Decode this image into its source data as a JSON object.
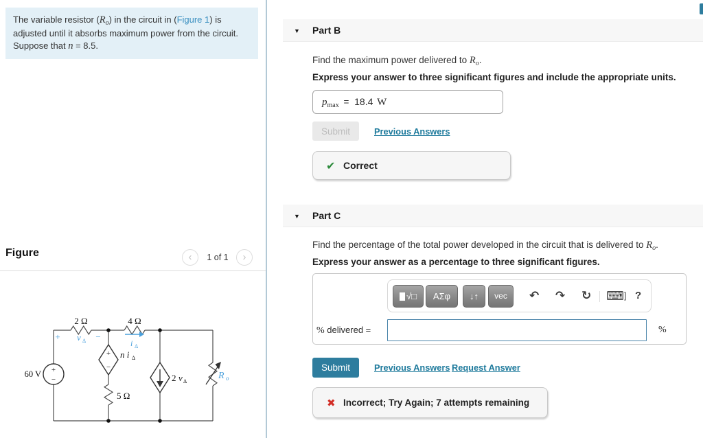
{
  "colors": {
    "teal_button": "#2e7d9e",
    "link": "#1e7a9c",
    "figure_link": "#3a8fc0",
    "correct_green": "#2e8b3d",
    "incorrect_red": "#d22d26",
    "problem_bg": "#e3f0f7",
    "header_bg": "#f7f7f7",
    "annotation_blue": "#4aa0dc",
    "input_border": "#4a84aa"
  },
  "left": {
    "problem": {
      "seg1": "The variable resistor (",
      "r": "R",
      "r_sub": "o",
      "seg2": ") in the circuit in (",
      "figure_link": "Figure 1",
      "seg3": ") is adjusted until it absorbs maximum power from the circuit. Suppose that ",
      "n": "n",
      "seg4": " = 8.5."
    },
    "figure": {
      "title": "Figure",
      "page_label": "1 of 1",
      "prev_icon": "‹",
      "next_icon": "›"
    },
    "circuit": {
      "source_label": "60 V",
      "source_plus": "+",
      "source_minus": "−",
      "r1_label": "2 Ω",
      "r2_label": "4 Ω",
      "r3_label": "5 Ω",
      "v_plus": "+",
      "v_minus": "−",
      "v_sym": "v",
      "i_sym": "i",
      "delta": "Δ",
      "dep1_label": "n i",
      "dep1_plus": "+",
      "dep1_minus": "−",
      "dep2_coeff": "2",
      "ro_sym": "R",
      "ro_sub": "o"
    }
  },
  "right": {
    "part_b": {
      "collapse_icon": "▼",
      "title": "Part B",
      "prompt": "Find the maximum power delivered to ",
      "prompt_r": "R",
      "prompt_r_sub": "o",
      "prompt_end": ".",
      "instruction": "Express your answer to three significant figures and include the appropriate units.",
      "answer_p": "p",
      "answer_p_sub": "max",
      "answer_eq": "=",
      "answer_value": "18.4",
      "answer_unit": "W",
      "submit_label": "Submit",
      "previous_answers_label": "Previous Answers",
      "feedback_icon": "✔",
      "feedback_text": "Correct"
    },
    "part_c": {
      "collapse_icon": "▼",
      "title": "Part C",
      "prompt": "Find the percentage of the total power developed in the circuit that is delivered to ",
      "prompt_r": "R",
      "prompt_r_sub": "o",
      "prompt_end": ".",
      "instruction": "Express your answer as a percentage to three significant figures.",
      "toolbar": {
        "templates_label": "√□",
        "greek_label": "ΑΣφ",
        "updown_label": "↓↑",
        "vec_label": "vec",
        "undo_icon": "↶",
        "redo_icon": "↷",
        "reset_icon": "↻",
        "keyboard_icon": "⌨",
        "keyboard_extra": "]",
        "help_icon": "?"
      },
      "answer_label_pct": "%",
      "answer_label": "delivered =",
      "input_value": "",
      "unit": "%",
      "submit_label": "Submit",
      "previous_answers_label": "Previous Answers",
      "request_answer_label": "Request Answer",
      "feedback_icon": "✖",
      "feedback_text": "Incorrect; Try Again; 7 attempts remaining"
    }
  }
}
